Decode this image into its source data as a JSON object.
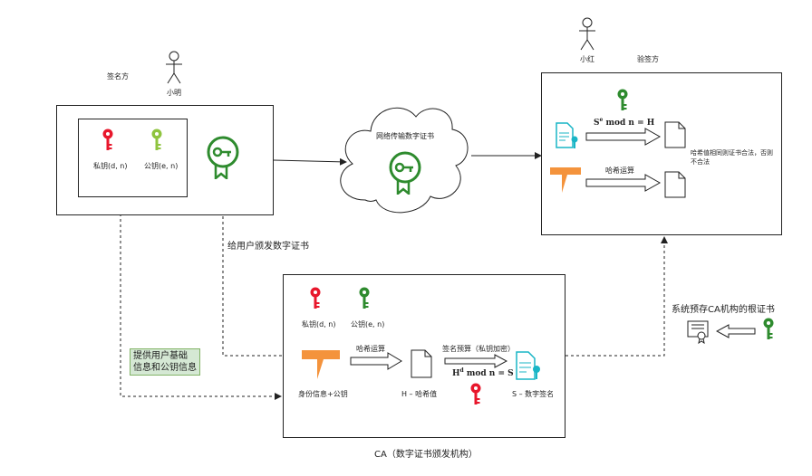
{
  "actors": {
    "signer_role": "签名方",
    "signer_name": "小明",
    "verifier_name": "小红",
    "verifier_role": "验签方"
  },
  "signer": {
    "private_key_label": "私钥(d, n)",
    "public_key_label": "公钥(e, n)"
  },
  "cloud": {
    "label": "网络传输数字证书"
  },
  "verifier": {
    "formula_base": "S",
    "formula_exp": "e",
    "formula_rest": "mod n = H",
    "hash_label": "哈希运算",
    "result_note_line1": "哈希值相同则证书合法，否则",
    "result_note_line2": "不合法"
  },
  "links": {
    "issue_cert": "给用户颁发数字证书",
    "provide_info_line1": "提供用户基础",
    "provide_info_line2": "信息和公钥信息",
    "root_cert": "系统预存CA机构的根证书"
  },
  "ca": {
    "private_key_label": "私钥(d, n)",
    "public_key_label": "公钥(e, n)",
    "identity_label": "身份信息+公钥",
    "hash_op_label": "哈希运算",
    "hash_value_label": "H – 哈希值",
    "sign_op_label": "签名预算（私钥加密）",
    "formula_base": "H",
    "formula_exp": "d",
    "formula_rest": "mod n = S",
    "signature_label": "S – 数字签名",
    "caption": "CA（数字证书颁发机构）"
  },
  "colors": {
    "key_red": "#e8172c",
    "key_green": "#2e8b2e",
    "key_lime": "#8fc43f",
    "teal": "#19b5c6",
    "orange": "#f4933c",
    "note_bg": "#d5e8d4"
  }
}
